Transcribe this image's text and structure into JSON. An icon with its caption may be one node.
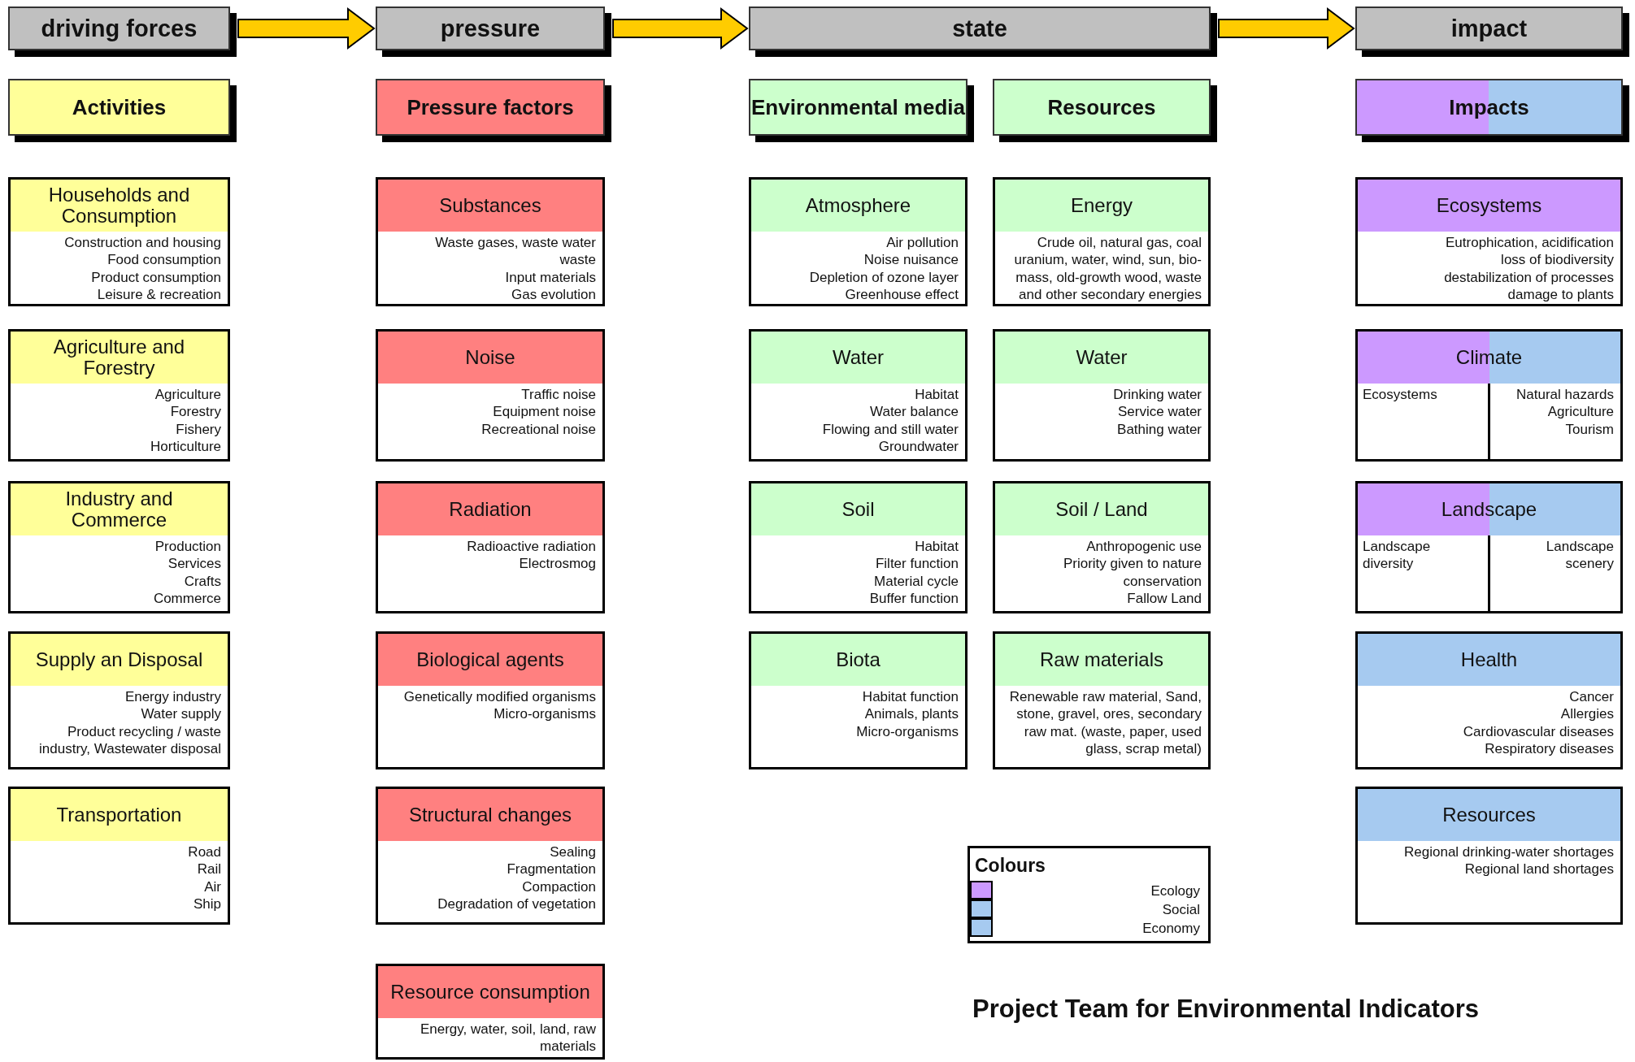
{
  "diagram": {
    "caption": "Project Team for Environmental Indicators",
    "nodes": [
      {
        "text": [
          "driving forces"
        ]
      },
      {
        "text": [
          "pressure"
        ]
      },
      {
        "text": [
          "state"
        ]
      },
      {
        "text": [
          "impact"
        ]
      },
      {
        "text": [
          "Activities"
        ]
      },
      {
        "text": [
          "Pressure factors"
        ]
      },
      {
        "text": [
          "Environmental media"
        ]
      },
      {
        "text": [
          "Resources"
        ]
      },
      {
        "text": [
          "Impacts"
        ]
      },
      {
        "text": [
          "Households and Consumption",
          "Construction and housing",
          "Food consumption",
          "Product consumption",
          "Leisure & recreation"
        ]
      },
      {
        "text": [
          "Agriculture and Forestry",
          "Agriculture",
          "Forestry",
          "Fishery",
          "Horticulture"
        ]
      },
      {
        "text": [
          "Industry and Commerce",
          "Production",
          "Services",
          "Crafts",
          "Commerce"
        ]
      },
      {
        "text": [
          "Supply an Disposal",
          "Energy industry",
          "Water supply",
          "Product recycling / waste industry, Wastewater disposal"
        ]
      },
      {
        "text": [
          "Transportation",
          "Road",
          "Rail",
          "Air",
          "Ship"
        ]
      },
      {
        "text": [
          "Substances",
          "Waste gases, waste water",
          "waste",
          "Input materials",
          "Gas evolution"
        ]
      },
      {
        "text": [
          "Noise",
          "Traffic noise",
          "Equipment noise",
          "Recreational noise"
        ]
      },
      {
        "text": [
          "Radiation",
          "Radioactive radiation",
          "Electrosmog"
        ]
      },
      {
        "text": [
          "Biological agents",
          "Genetically modified organisms",
          "Micro-organisms"
        ]
      },
      {
        "text": [
          "Structural changes",
          "Sealing",
          "Fragmentation",
          "Compaction",
          "Degradation of vegetation"
        ]
      },
      {
        "text": [
          "Resource consumption",
          "Energy, water, soil, land, raw materials"
        ]
      },
      {
        "text": [
          "Atmosphere",
          "Air pollution",
          "Noise nuisance",
          "Depletion of ozone layer",
          "Greenhouse effect"
        ]
      },
      {
        "text": [
          "Water",
          "Habitat",
          "Water balance",
          "Flowing and still water",
          "Groundwater"
        ]
      },
      {
        "text": [
          "Soil",
          "Habitat",
          "Filter function",
          "Material cycle",
          "Buffer function"
        ]
      },
      {
        "text": [
          "Biota",
          "Habitat function",
          "Animals, plants",
          "Micro-organisms"
        ]
      },
      {
        "text": [
          "Energy",
          "Crude oil, natural gas, coal uranium, water, wind, sun, bio-mass, old-growth wood, waste and other secondary energies"
        ]
      },
      {
        "text": [
          "Water",
          "Drinking water",
          "Service water",
          "Bathing water"
        ]
      },
      {
        "text": [
          "Soil / Land",
          "Anthropogenic use",
          "Priority given to nature conservation",
          "Fallow Land"
        ]
      },
      {
        "text": [
          "Raw materials",
          "Renewable raw material, Sand, stone, gravel, ores, secondary raw mat. (waste, paper, used glass, scrap metal)"
        ]
      },
      {
        "text": [
          "Ecosystems",
          "Eutrophication, acidification",
          "loss of biodiversity",
          "destabilization of processes",
          "damage to plants"
        ]
      },
      {
        "text": [
          "Climate",
          "Ecosystems",
          "Natural hazards",
          "Agriculture",
          "Tourism"
        ]
      },
      {
        "text": [
          "Landscape",
          "Landscape diversity",
          "Landscape scenery"
        ]
      },
      {
        "text": [
          "Health",
          "Cancer",
          "Allergies",
          "Cardiovascular diseases",
          "Respiratory diseases"
        ]
      },
      {
        "text": [
          "Resources",
          "Regional drinking-water shortages",
          "Regional land shortages"
        ]
      }
    ],
    "edges": [
      {
        "from": 0,
        "to": 1,
        "arrow": "to"
      },
      {
        "from": 1,
        "to": 2,
        "arrow": "to"
      },
      {
        "from": 2,
        "to": 3,
        "arrow": "to"
      }
    ],
    "labels": [
      "Colours"
    ],
    "legend": [
      {
        "text": "Ecology",
        "color": "#cc99ff"
      },
      {
        "text": "Social",
        "color": "#a6caf0"
      },
      {
        "text": "Economy",
        "color": "#a6caf0"
      }
    ]
  }
}
